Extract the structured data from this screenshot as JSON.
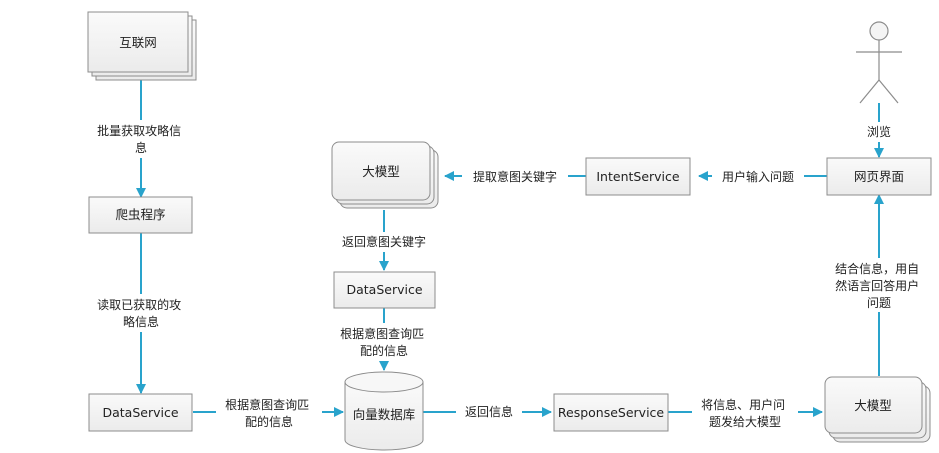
{
  "nodes": {
    "internet": "互联网",
    "crawler": "爬虫程序",
    "dataservice_left": "DataService",
    "vector_db": "向量数据库",
    "response_service": "ResponseService",
    "llm_bottom": "大模型",
    "llm_top": "大模型",
    "dataservice_mid": "DataService",
    "intent_service": "IntentService",
    "web_page": "网页界面"
  },
  "edges": {
    "internet_to_crawler": [
      "批量获取攻略信",
      "息"
    ],
    "crawler_to_dataservice": [
      "读取已获取的攻",
      "略信息"
    ],
    "dataservice_to_vectordb": [
      "根据意图查询匹",
      "配的信息"
    ],
    "vectordb_to_response": [
      "返回信息"
    ],
    "response_to_llm": [
      "将信息、用户问",
      "题发给大模型"
    ],
    "llm_to_webpage": [
      "结合信息，用自",
      "然语言回答用户",
      "问题"
    ],
    "user_to_webpage": [
      "浏览"
    ],
    "webpage_to_intent": [
      "用户输入问题"
    ],
    "intent_to_llm": [
      "提取意图关键字"
    ],
    "llm_to_dataservice": [
      "返回意图关键字"
    ]
  },
  "colors": {
    "arrow": "#29a3cc",
    "box_fill": "#f4f4f4",
    "box_stroke": "#8c8c8c",
    "text": "#222222"
  },
  "icons": {
    "user": "stick-figure-icon"
  }
}
